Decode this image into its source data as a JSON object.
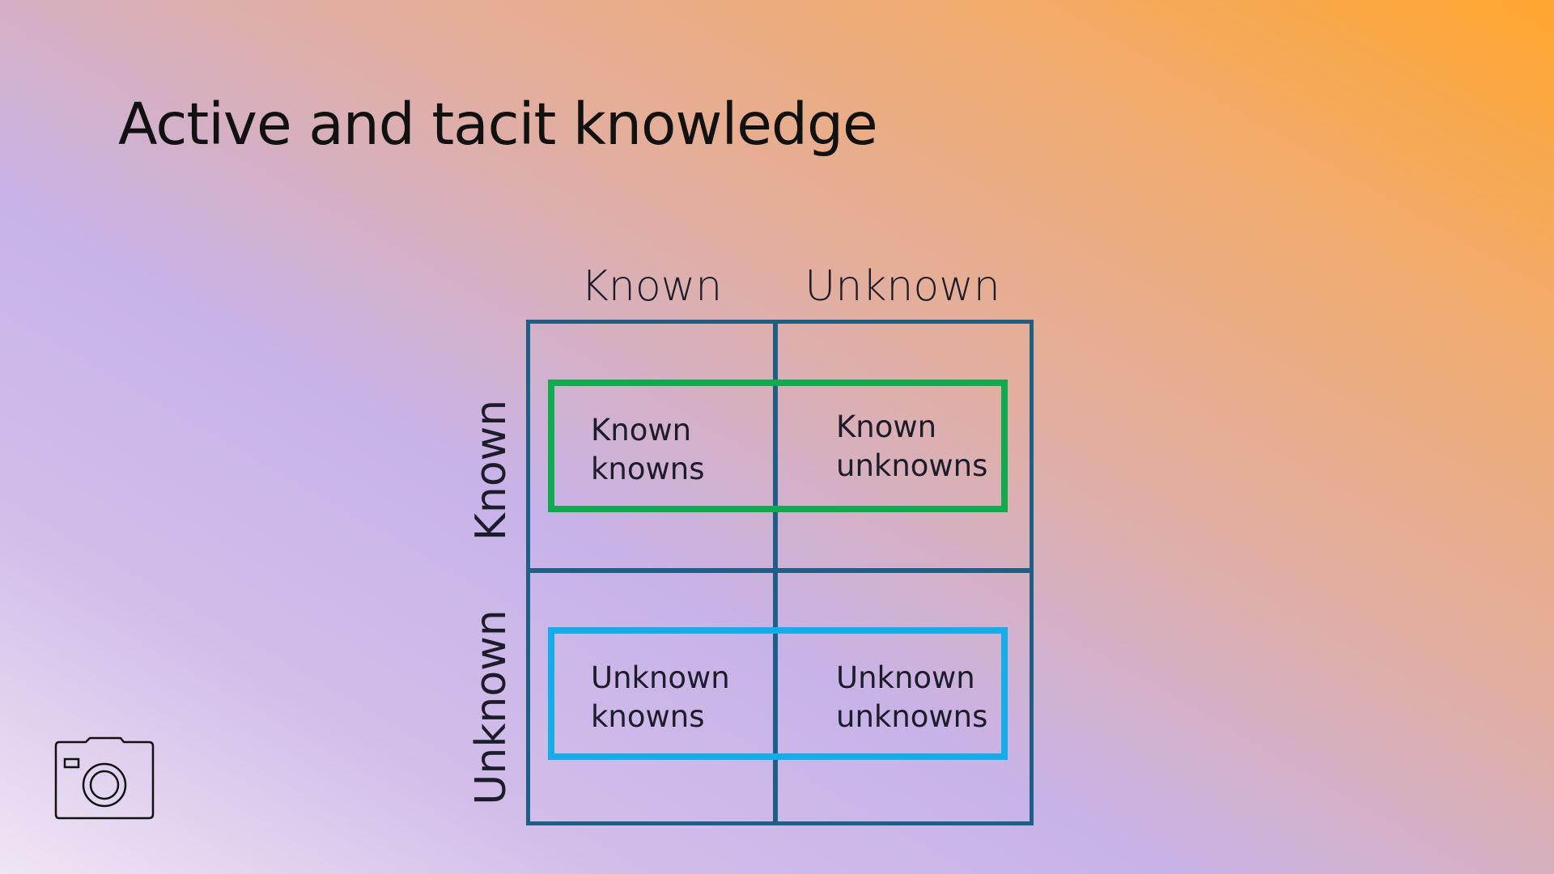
{
  "slide": {
    "title": "Active and tacit knowledge"
  },
  "matrix": {
    "column_headers": [
      "Known",
      "Unknown"
    ],
    "row_headers": [
      "Known",
      "Unknown"
    ],
    "cells": [
      {
        "line1": "Known",
        "line2": "knowns"
      },
      {
        "line1": "Known",
        "line2": "unknowns"
      },
      {
        "line1": "Unknown",
        "line2": "knowns"
      },
      {
        "line1": "Unknown",
        "line2": "unknowns"
      }
    ],
    "colors": {
      "grid": "#1f5f86",
      "known_row_band": "#0fac4f",
      "unknown_row_band": "#13aeea"
    }
  },
  "icons": {
    "camera": "camera-icon"
  }
}
